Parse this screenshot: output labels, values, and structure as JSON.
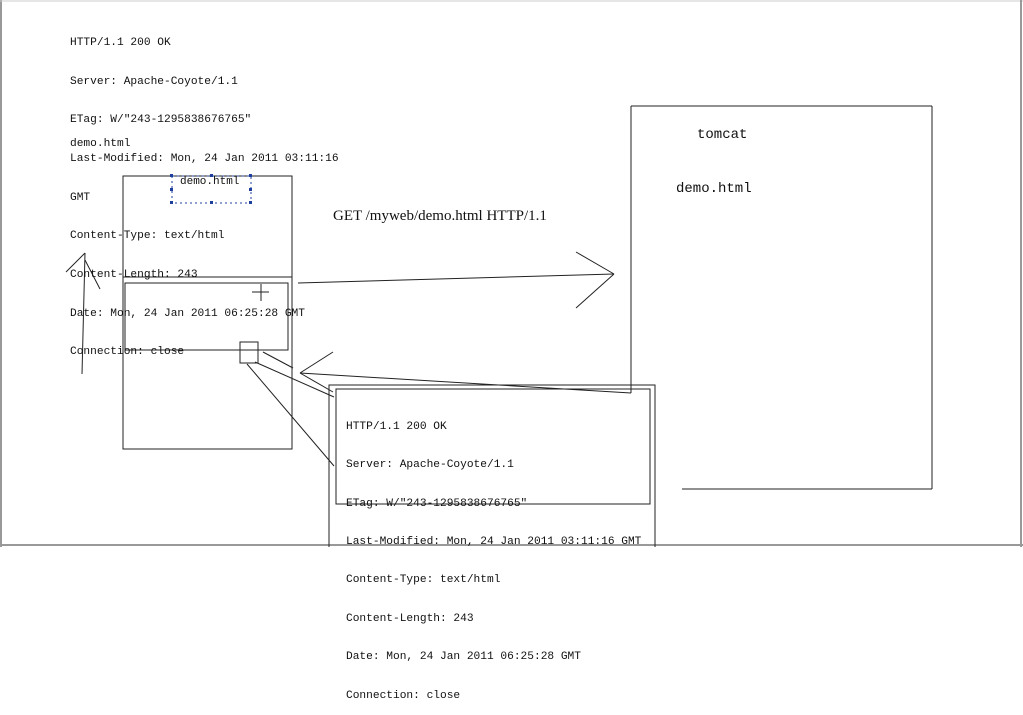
{
  "top_response": {
    "lines": [
      "HTTP/1.1 200 OK",
      "Server: Apache-Coyote/1.1",
      "ETag: W/\"243-1295838676765\"",
      "Last-Modified: Mon, 24 Jan 2011 03:11:16",
      "GMT",
      "Content-Type: text/html",
      "Content-Length: 243",
      "Date: Mon, 24 Jan 2011 06:25:28 GMT",
      "Connection: close"
    ],
    "file_caption": "demo.html"
  },
  "browser": {
    "selected_label": "demo.html"
  },
  "server": {
    "name": "tomcat",
    "file": "demo.html"
  },
  "request": {
    "line": "GET /myweb/demo.html HTTP/1.1"
  },
  "bottom_response": {
    "lines": [
      "HTTP/1.1 200 OK",
      "Server: Apache-Coyote/1.1",
      "ETag: W/\"243-1295838676765\"",
      "Last-Modified: Mon, 24 Jan 2011 03:11:16 GMT",
      "Content-Type: text/html",
      "Content-Length: 243",
      "Date: Mon, 24 Jan 2011 06:25:28 GMT",
      "Connection: close"
    ]
  }
}
